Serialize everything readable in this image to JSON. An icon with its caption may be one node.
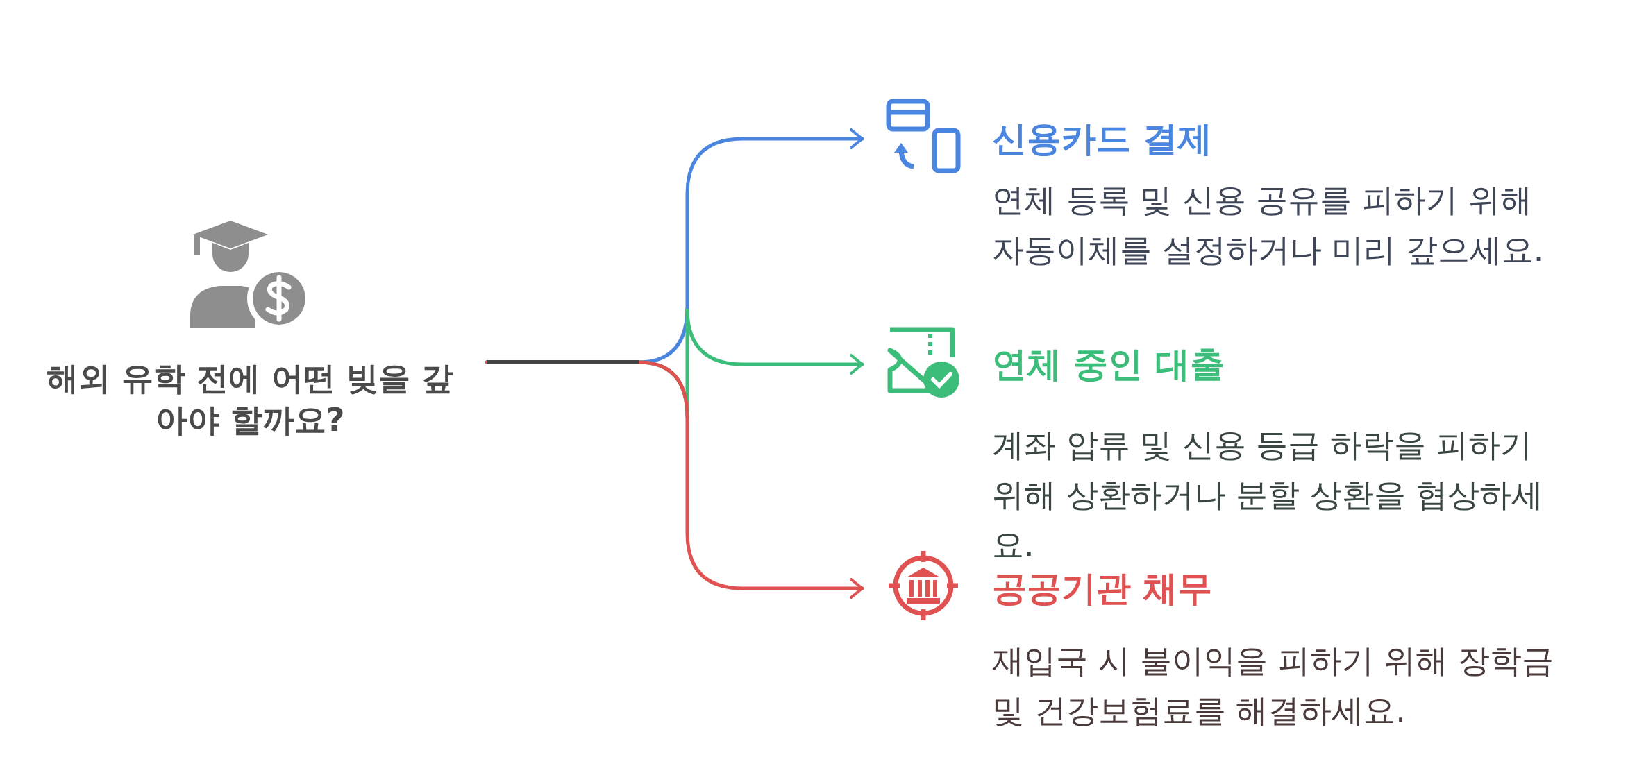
{
  "diagram": {
    "nodes": [
      {
        "text": [
          "해외 유학 전에 어떤 빚을 갚아야 할까요?"
        ]
      },
      {
        "text": [
          "신용카드 결제",
          "연체 등록 및 신용 공유를 피하기 위해 자동이체를 설정하거나 미리 갚으세요."
        ]
      },
      {
        "text": [
          "연체 중인 대출",
          "계좌 압류 및 신용 등급 하락을 피하기 위해 상환하거나 분할 상환을 협상하세요."
        ]
      },
      {
        "text": [
          "공공기관 채무",
          "재입국 시 불이익을 피하기 위해 장학금 및 건강보험료를 해결하세요."
        ]
      }
    ],
    "edges": [
      {
        "from": 0,
        "to": 1,
        "arrow": "to",
        "color": "#4a86e0"
      },
      {
        "from": 0,
        "to": 2,
        "arrow": "to",
        "color": "#3dbd7a"
      },
      {
        "from": 0,
        "to": 3,
        "arrow": "to",
        "color": "#e05252"
      }
    ]
  }
}
